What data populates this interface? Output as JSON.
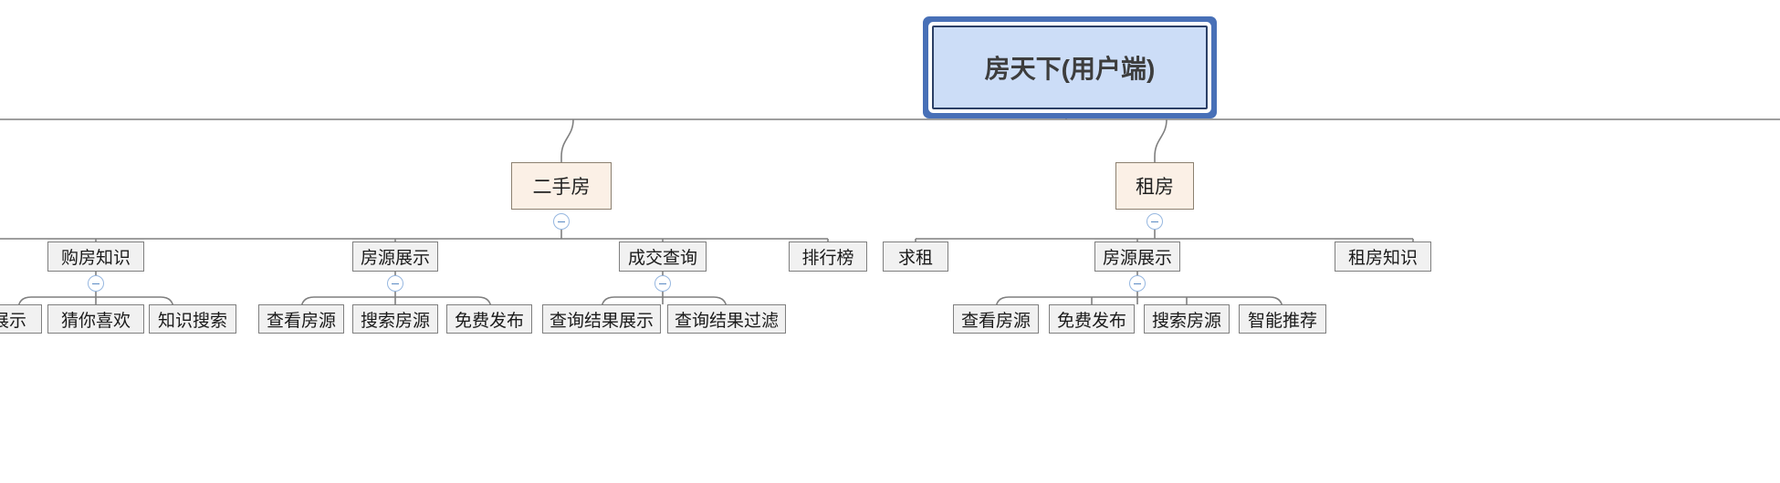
{
  "diagram": {
    "type": "tree-mindmap",
    "title_node": "房天下(用户端)",
    "colors": {
      "root_fill": "#ccddf7",
      "root_border": "#2b3f66",
      "root_outer_border": "#4870b7",
      "level2_fill": "#fbf0e6",
      "level2_border": "#8c8070",
      "node_fill": "#f1f1f1",
      "node_border": "#7f7f7f",
      "connector": "#7f7f7f",
      "toggle_border": "#96b7e0",
      "toggle_glyph": "#5b8bc4"
    }
  },
  "root": {
    "label": "房天下(用户端)"
  },
  "branches": [
    {
      "id": "ershoufang",
      "label": "二手房",
      "collapse_state": "expanded",
      "toggle_glyph": "minus",
      "children": [
        {
          "id": "gou-fang-zhi-shi",
          "label": "购房知识",
          "collapse_state": "expanded",
          "toggle_glyph": "minus",
          "children": [
            {
              "id": "zhanshi",
              "label": "展示"
            },
            {
              "id": "cai-ni-xi-huan",
              "label": "猜你喜欢"
            },
            {
              "id": "zhi-shi-sou-suo",
              "label": "知识搜索"
            }
          ]
        },
        {
          "id": "fang-yuan-zhan-shi-1",
          "label": "房源展示",
          "collapse_state": "expanded",
          "toggle_glyph": "minus",
          "children": [
            {
              "id": "cha-kan-fang-yuan-1",
              "label": "查看房源"
            },
            {
              "id": "sou-suo-fang-yuan-1",
              "label": "搜索房源"
            },
            {
              "id": "mian-fei-fa-bu-1",
              "label": "免费发布"
            }
          ]
        },
        {
          "id": "cheng-jiao-cha-xun",
          "label": "成交查询",
          "collapse_state": "expanded",
          "toggle_glyph": "minus",
          "children": [
            {
              "id": "cha-xun-jie-guo-zhan-shi",
              "label": "查询结果展示"
            },
            {
              "id": "cha-xun-jie-guo-guo-lv",
              "label": "查询结果过滤"
            }
          ]
        },
        {
          "id": "pai-hang-bang",
          "label": "排行榜",
          "children": []
        }
      ]
    },
    {
      "id": "zufang",
      "label": "租房",
      "collapse_state": "expanded",
      "toggle_glyph": "minus",
      "children": [
        {
          "id": "qiu-zu",
          "label": "求租",
          "children": []
        },
        {
          "id": "fang-yuan-zhan-shi-2",
          "label": "房源展示",
          "collapse_state": "expanded",
          "toggle_glyph": "minus",
          "children": [
            {
              "id": "cha-kan-fang-yuan-2",
              "label": "查看房源"
            },
            {
              "id": "mian-fei-fa-bu-2",
              "label": "免费发布"
            },
            {
              "id": "sou-suo-fang-yuan-2",
              "label": "搜索房源"
            },
            {
              "id": "zhi-neng-tui-jian",
              "label": "智能推荐"
            }
          ]
        },
        {
          "id": "zu-fang-zhi-shi",
          "label": "租房知识",
          "children": []
        }
      ]
    }
  ]
}
